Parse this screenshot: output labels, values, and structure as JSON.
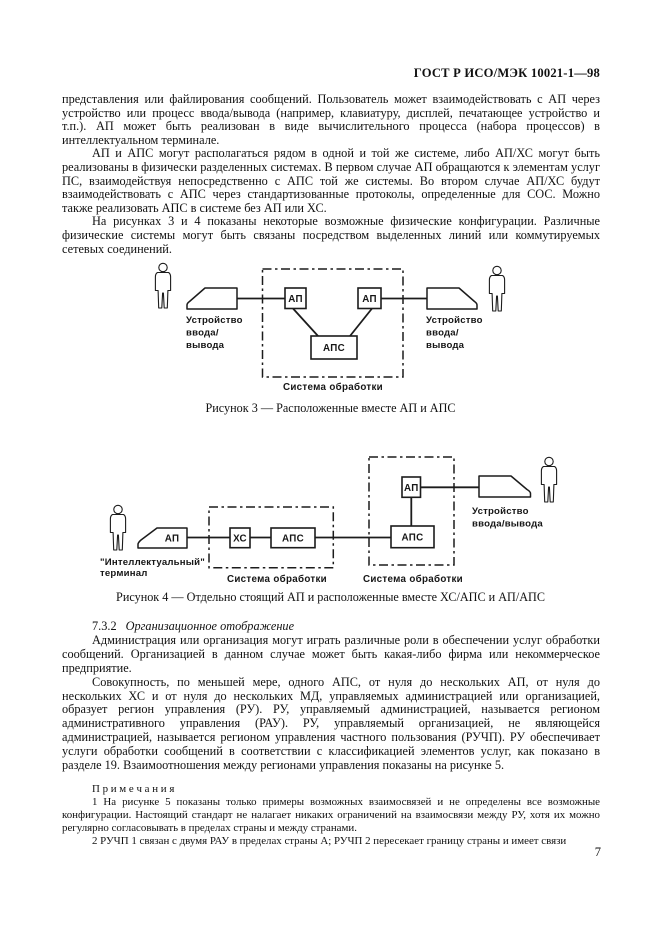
{
  "page": {
    "header": "ГОСТ Р ИСО/МЭК 10021-1—98",
    "page_number": "7"
  },
  "body": {
    "para1": "представления или файлирования сообщений. Пользователь может взаимодействовать с АП через устройство или процесс ввода/вывода (например, клавиатуру, дисплей, печатающее устройство и т.п.). АП может быть реализован в виде вычислительного процесса (набора процессов) в интеллектуальном терминале.",
    "para2": "АП и АПС могут располагаться рядом в одной и той же системе, либо АП/ХС могут быть реализованы в физически разделенных системах. В первом случае АП обращаются к элементам услуг ПС, взаимодействуя непосредственно с АПС той же системы. Во втором случае АП/ХС будут взаимодействовать с АПС через стандартизованные протоколы, определенные для СОС. Можно также реализовать АПС в системе без АП или ХС.",
    "para3": "На рисунках 3 и 4 показаны некоторые возможные физические конфигурации. Различные физические системы могут быть связаны посредством выделенных линий или коммутируемых сетевых соединений."
  },
  "figure3": {
    "caption": "Рисунок 3 — Расположенные вместе АП и АПС",
    "labels": {
      "ap": "АП",
      "aps": "АПС",
      "system": "Система обработки",
      "device_line1": "Устройство",
      "device_line2": "ввода/",
      "device_line3": "вывода"
    }
  },
  "figure4": {
    "caption": "Рисунок 4 — Отдельно стоящий АП и расположенные вместе ХС/АПС и АП/АПС",
    "labels": {
      "ap": "АП",
      "xc": "ХС",
      "aps": "АПС",
      "system": "Система обработки",
      "terminal_line1": "\"Интеллектуальный\"",
      "terminal_line2": "терминал",
      "device_line1": "Устройство",
      "device_line2": "ввода/вывода"
    }
  },
  "section": {
    "number": "7.3.2",
    "title": "Организационное отображение",
    "para1": "Администрация или организация могут играть различные роли в обеспечении услуг обработки сообщений. Организацией в данном случае может быть какая-либо фирма или некоммерческое предприятие.",
    "para2": "Совокупность, по меньшей мере, одного АПС, от нуля до нескольких АП, от нуля до нескольких ХС и от нуля до нескольких МД, управляемых администрацией или организацией, образует регион управления (РУ). РУ, управляемый администрацией, называется регионом административного управления (РАУ). РУ, управляемый организацией, не являющейся администрацией, называется регионом управления частного пользования (РУЧП). РУ обеспечивает услуги обработки сообщений в соответствии с классификацией элементов услуг, как показано в разделе 19. Взаимоотношения между регионами управления показаны на рисунке 5."
  },
  "notes": {
    "heading": "П р и м е ч а н и я",
    "note1": "1 На рисунке 5 показаны только примеры возможных взаимосвязей и не определены все возможные конфигурации. Настоящий стандарт не налагает никаких ограничений на взаимосвязи между РУ, хотя их можно регулярно согласовывать в пределах страны и между странами.",
    "note2": "2 РУЧП 1 связан с двумя РАУ в пределах страны А; РУЧП 2 пересекает границу страны и имеет связи"
  }
}
